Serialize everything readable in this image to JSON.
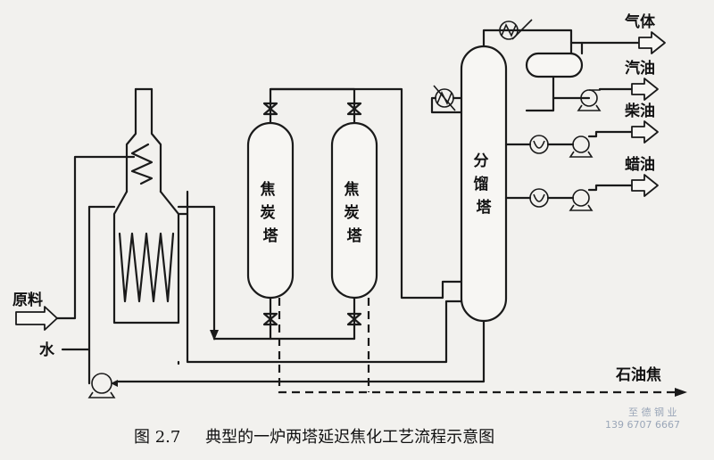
{
  "labels": {
    "feed": "原料",
    "water": "水",
    "coke_tower_1": "焦炭塔",
    "coke_tower_2": "焦炭塔",
    "fractionator": "分馏塔",
    "gas": "气体",
    "gasoline": "汽油",
    "diesel": "柴油",
    "wax_oil": "蜡油",
    "petroleum_coke": "石油焦"
  },
  "caption": {
    "number": "图 2.7",
    "title": "典型的一炉两塔延迟焦化工艺流程示意图"
  },
  "watermark": {
    "line1": "至 德 钢 业",
    "line2": "139 6707 6667"
  }
}
